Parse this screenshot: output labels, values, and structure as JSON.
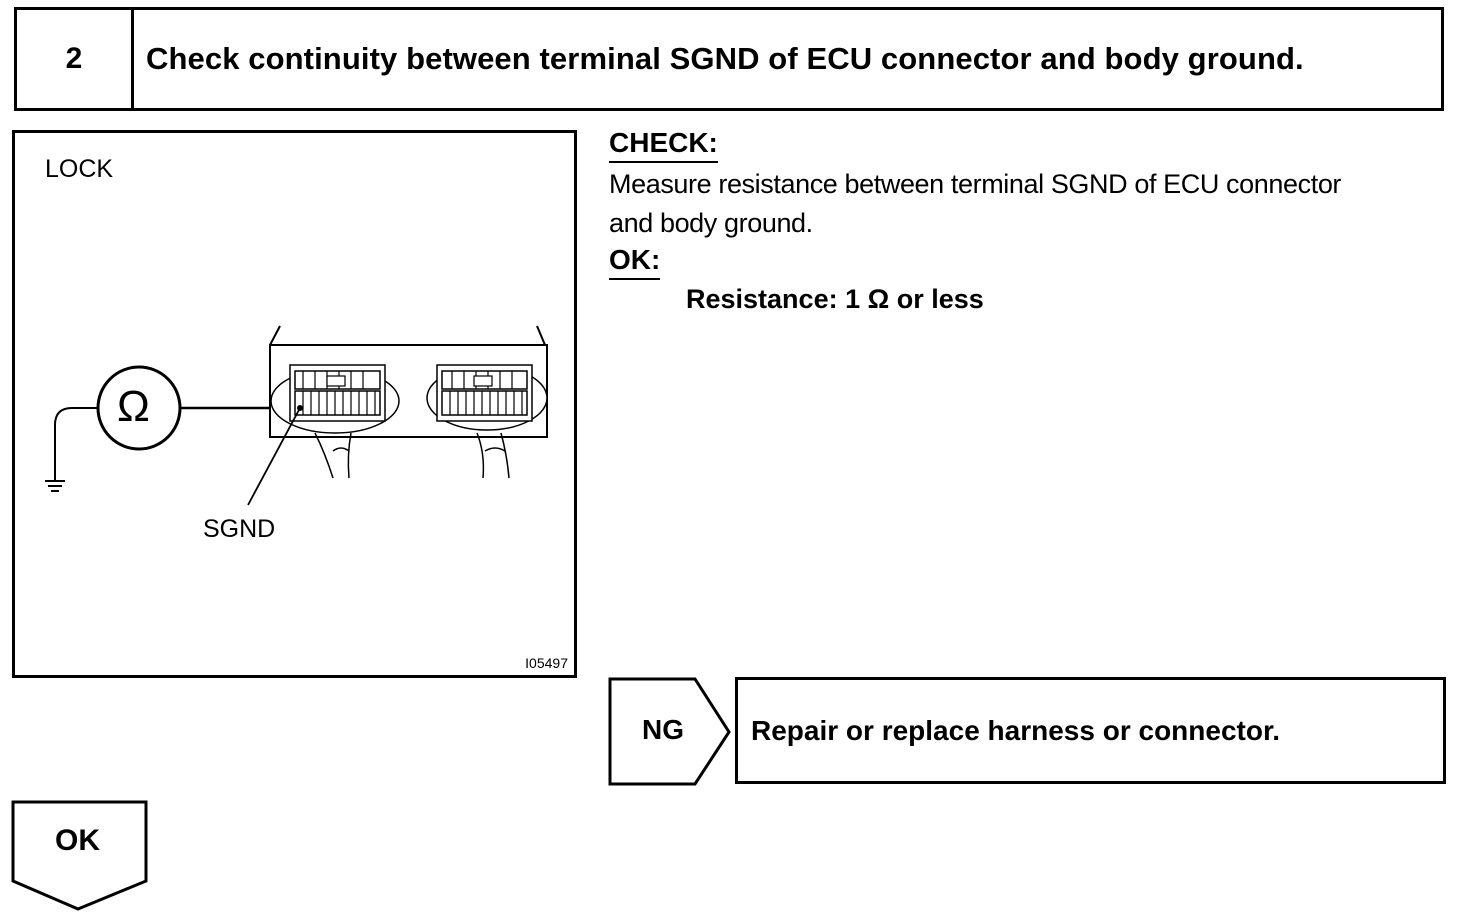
{
  "step": {
    "number": "2",
    "title": "Check continuity between terminal SGND of ECU connector and body ground."
  },
  "illustration": {
    "lock_label": "LOCK",
    "meter_symbol": "Ω",
    "terminal_label": "SGND",
    "figure_code": "I05497"
  },
  "check": {
    "heading": "CHECK:",
    "text_line1": "Measure resistance between terminal SGND of ECU connector",
    "text_line2": "and body ground.",
    "ok_heading": "OK:",
    "ok_result": "Resistance: 1 Ω or less"
  },
  "ng_branch": {
    "label": "NG",
    "action": "Repair or replace harness or connector."
  },
  "ok_branch": {
    "label": "OK"
  }
}
